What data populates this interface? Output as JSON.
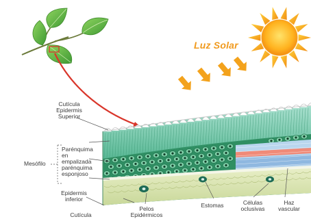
{
  "title": "Luz Solar",
  "labels": {
    "cuticula_epidermis_superior": [
      "Cutícula",
      "Epidermis",
      "Superior"
    ],
    "mesofilo": "Mesófilo",
    "parenquima": [
      "Parénquima",
      "en empalizada",
      "parénquima",
      "esponjoso"
    ],
    "epidermis_inferior": [
      "Epidermis",
      "inferior"
    ],
    "cuticula_inferior": "Cutícula",
    "pelos_epidermicos": [
      "Pelos",
      "Epidérmicos"
    ],
    "estomas": "Estomas",
    "celulas_oclusivas": [
      "Células",
      "oclusivas"
    ],
    "haz_vascular": [
      "Haz",
      "vascular"
    ]
  },
  "colors": {
    "sun_text": "#f09a1e",
    "arrow_red": "#d9362b",
    "leaf_green": "#6fc04a",
    "palisade": "#6cc6a8",
    "spongy": "#2f8f63",
    "lower_epidermis": "#dfe8b0",
    "vascular_blue": "#9fc6e8",
    "vascular_red": "#f08a78"
  }
}
